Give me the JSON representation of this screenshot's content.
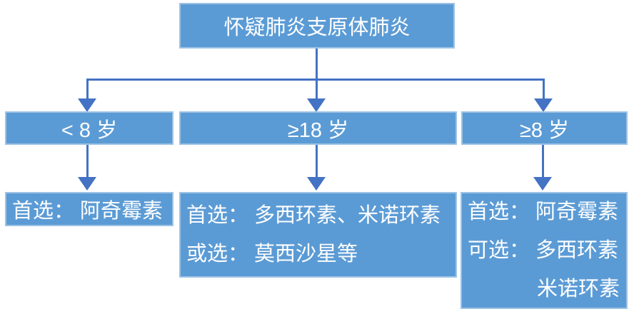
{
  "colors": {
    "box_fill": "#5B9BD5",
    "box_border": "#9DC3E6",
    "connector": "#4472C4",
    "text": "#FFFFFF",
    "background": "#FFFFFF"
  },
  "flowchart": {
    "root": {
      "label": "怀疑肺炎支原体肺炎"
    },
    "branches": [
      {
        "condition": "< 8 岁",
        "results": [
          "首选： 阿奇霉素"
        ]
      },
      {
        "condition": "≥18 岁",
        "results": [
          "首选： 多西环素、米诺环素",
          "或选： 莫西沙星等"
        ]
      },
      {
        "condition": "≥8 岁",
        "results": [
          "首选： 阿奇霉素",
          "可选： 多西环素",
          "米诺环素"
        ]
      }
    ]
  }
}
